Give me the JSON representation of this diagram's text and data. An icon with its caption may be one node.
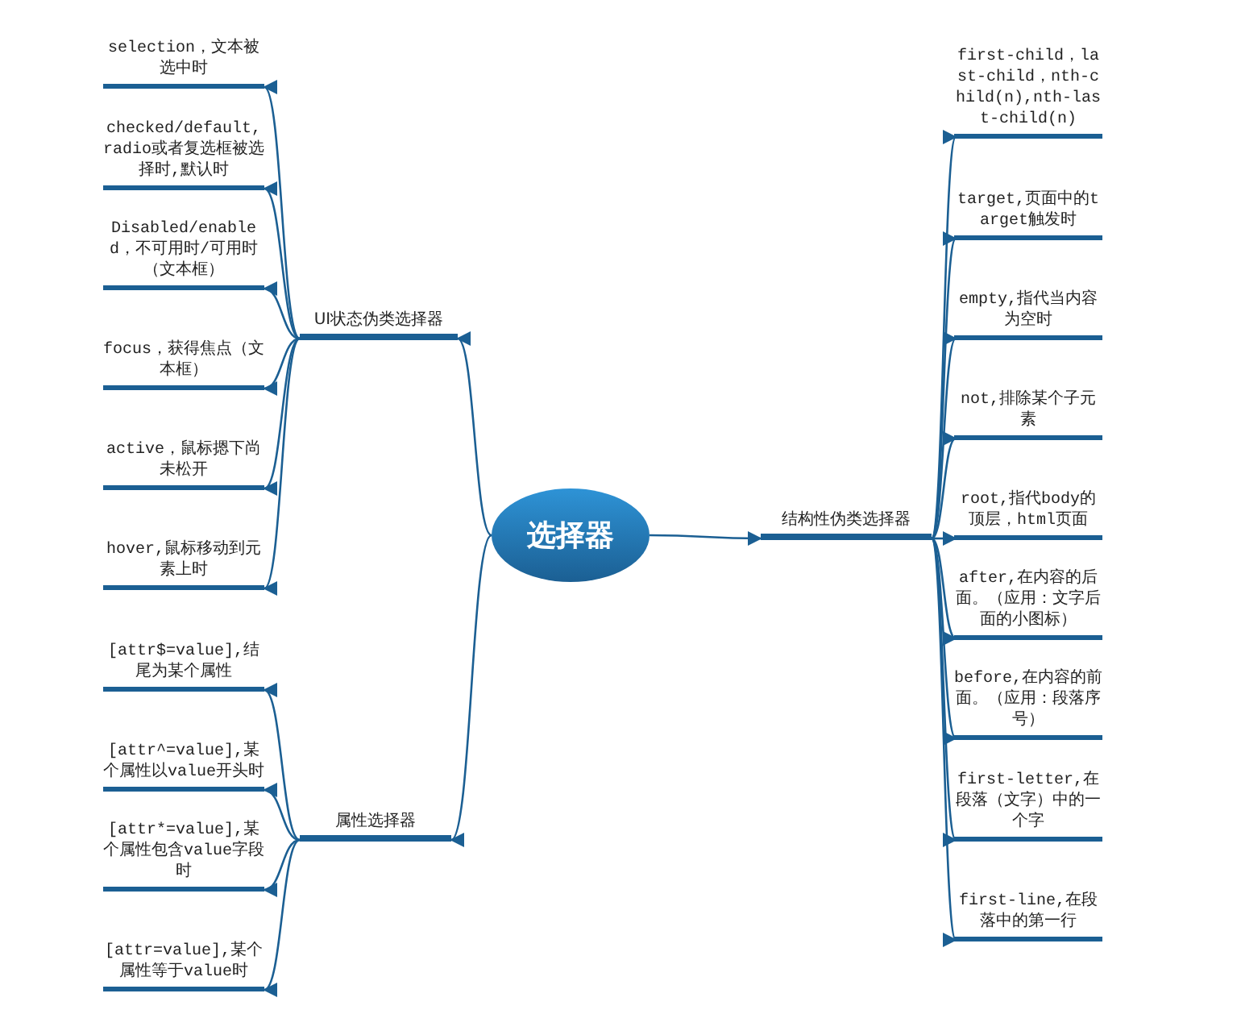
{
  "diagram": {
    "nodes": [
      {
        "text": [
          "选择器"
        ]
      },
      {
        "text": [
          "UI状态伪类选择器"
        ]
      },
      {
        "text": [
          "selection，文本被选中时"
        ]
      },
      {
        "text": [
          "checked/default,radio或者复选框被选择时,默认时"
        ]
      },
      {
        "text": [
          "Disabled/enabled，不可用时/可用时（文本框）"
        ]
      },
      {
        "text": [
          "focus，获得焦点（文本框）"
        ]
      },
      {
        "text": [
          "active，鼠标摁下尚未松开"
        ]
      },
      {
        "text": [
          "hover,鼠标移动到元素上时"
        ]
      },
      {
        "text": [
          "属性选择器"
        ]
      },
      {
        "text": [
          "[attr$=value],结尾为某个属性"
        ]
      },
      {
        "text": [
          "[attr^=value],某个属性以value开头时"
        ]
      },
      {
        "text": [
          "[attr*=value],某个属性包含value字段时"
        ]
      },
      {
        "text": [
          "[attr=value],某个属性等于value时"
        ]
      },
      {
        "text": [
          "结构性伪类选择器"
        ]
      },
      {
        "text": [
          "first-child，last-child，nth-child(n),nth-last-child(n)"
        ]
      },
      {
        "text": [
          "target,页面中的target触发时"
        ]
      },
      {
        "text": [
          "empty,指代当内容为空时"
        ]
      },
      {
        "text": [
          "not,排除某个子元素"
        ]
      },
      {
        "text": [
          "root,指代body的顶层，html页面"
        ]
      },
      {
        "text": [
          "after,在内容的后面。（应用：文字后面的小图标）"
        ]
      },
      {
        "text": [
          "before,在内容的前面。（应用：段落序号）"
        ]
      },
      {
        "text": [
          "first-letter,在段落（文字）中的一个字"
        ]
      },
      {
        "text": [
          "first-line,在段落中的第一行"
        ]
      }
    ],
    "edges": [
      {
        "from": 0,
        "to": 1,
        "arrow": "to"
      },
      {
        "from": 0,
        "to": 8,
        "arrow": "to"
      },
      {
        "from": 0,
        "to": 13,
        "arrow": "to"
      },
      {
        "from": 1,
        "to": 2,
        "arrow": "to"
      },
      {
        "from": 1,
        "to": 3,
        "arrow": "to"
      },
      {
        "from": 1,
        "to": 4,
        "arrow": "to"
      },
      {
        "from": 1,
        "to": 5,
        "arrow": "to"
      },
      {
        "from": 1,
        "to": 6,
        "arrow": "to"
      },
      {
        "from": 1,
        "to": 7,
        "arrow": "to"
      },
      {
        "from": 8,
        "to": 9,
        "arrow": "to"
      },
      {
        "from": 8,
        "to": 10,
        "arrow": "to"
      },
      {
        "from": 8,
        "to": 11,
        "arrow": "to"
      },
      {
        "from": 8,
        "to": 12,
        "arrow": "to"
      },
      {
        "from": 13,
        "to": 14,
        "arrow": "to"
      },
      {
        "from": 13,
        "to": 15,
        "arrow": "to"
      },
      {
        "from": 13,
        "to": 16,
        "arrow": "to"
      },
      {
        "from": 13,
        "to": 17,
        "arrow": "to"
      },
      {
        "from": 13,
        "to": 18,
        "arrow": "to"
      },
      {
        "from": 13,
        "to": 19,
        "arrow": "to"
      },
      {
        "from": 13,
        "to": 20,
        "arrow": "to"
      },
      {
        "from": 13,
        "to": 21,
        "arrow": "to"
      },
      {
        "from": 13,
        "to": 22,
        "arrow": "to"
      }
    ]
  }
}
